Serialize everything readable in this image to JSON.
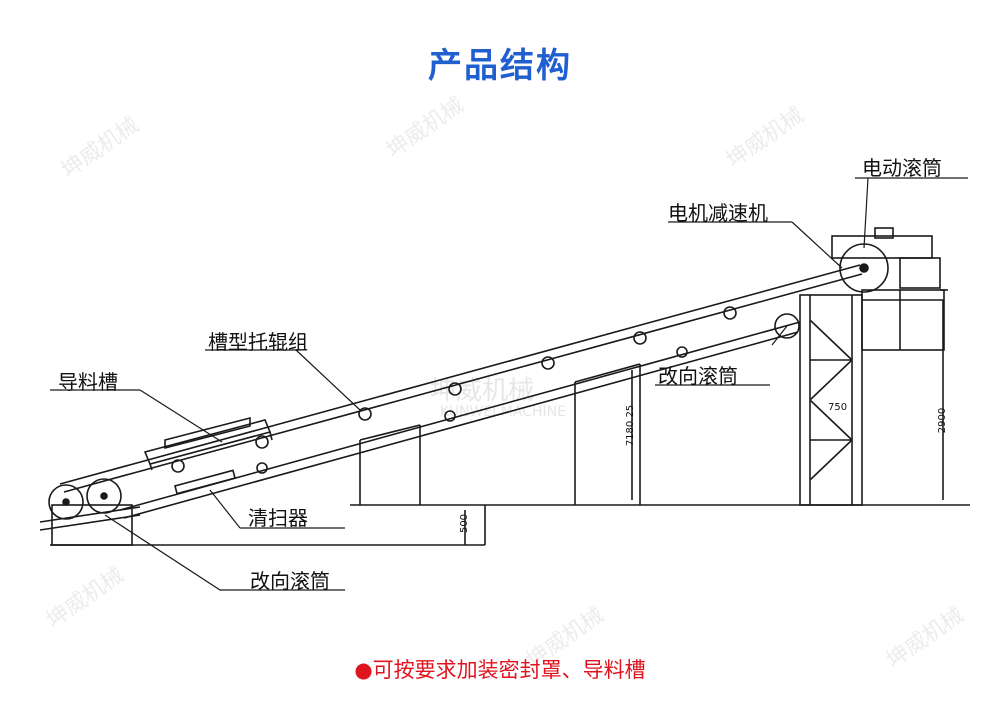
{
  "title": "产品结构",
  "labels": {
    "motor_pulley": "电动滚筒",
    "motor_reducer": "电机减速机",
    "trough_idler": "槽型托辊组",
    "guide_chute": "导料槽",
    "bend_pulley_upper": "改向滚筒",
    "cleaner": "清扫器",
    "bend_pulley_lower": "改向滚筒"
  },
  "dimensions": {
    "d1": "500",
    "d2": "7180.25",
    "d3": "2900",
    "d4": "750"
  },
  "watermark": {
    "brand": "坤威机械",
    "english": "KUNWEI MACHINE"
  },
  "note": "●可按要求加装密封罩、导料槽",
  "colors": {
    "title": "#1f5fd0",
    "note": "#e0141f",
    "line": "#1a1a1a",
    "watermark": "#c9c9c9"
  }
}
